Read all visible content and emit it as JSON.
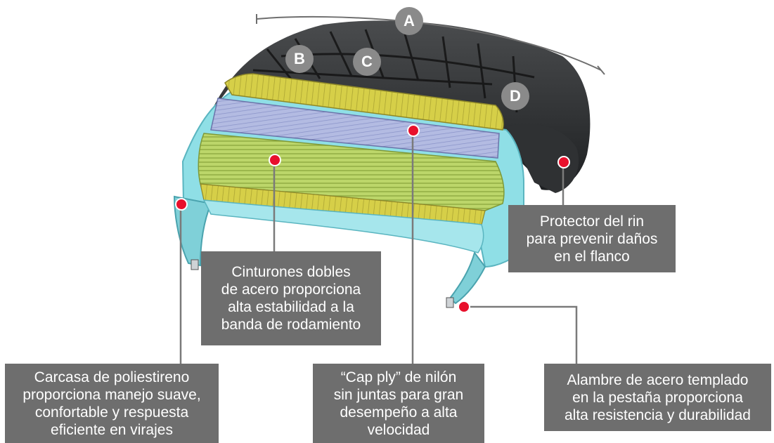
{
  "colors": {
    "callout_bg": "#6e6e6e",
    "badge_bg": "#8a8a8a",
    "dot": "#e8102c",
    "tread": "#2a2c2e",
    "ply_cyan": "#8fe0e6",
    "belt_yellow": "#d9d04a",
    "cap_ply_blue": "#b8bfe0"
  },
  "badges": {
    "a": "A",
    "b": "B",
    "c": "C",
    "d": "D"
  },
  "callouts": {
    "rim_protector": "Protector del rin\npara prevenir daños\nen el flanco",
    "steel_belts": "Cinturones dobles\nde acero proporciona\nalta estabilidad a la\nbanda de rodamiento",
    "polyester_casing": "Carcasa de poliestireno\nproporciona manejo suave,\nconfortable y respuesta\neficiente en virajes",
    "cap_ply": "“Cap ply” de nilón\nsin juntas para gran\ndesempeño a alta\nvelocidad",
    "bead_wire": "Alambre de acero templado\nen la pestaña proporciona\nalta resistencia y durabilidad"
  }
}
